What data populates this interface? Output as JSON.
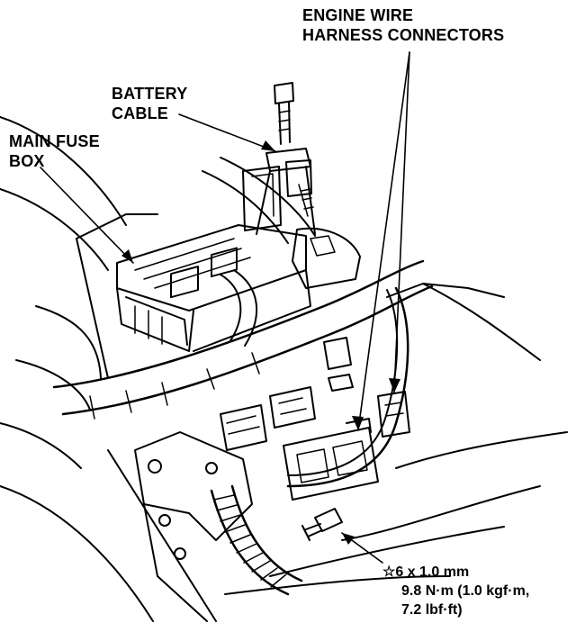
{
  "labels": {
    "engine_wire_line1": "ENGINE WIRE",
    "engine_wire_line2": "HARNESS CONNECTORS",
    "battery_cable_line1": "BATTERY",
    "battery_cable_line2": "CABLE",
    "main_fuse_line1": "MAIN FUSE",
    "main_fuse_line2": "BOX"
  },
  "bolt_spec": {
    "symbol": "☆",
    "size": "6 x 1.0 mm",
    "torque_line1": "9.8 N·m (1.0 kgf·m,",
    "torque_line2": "7.2 lbf·ft)"
  },
  "colors": {
    "ink": "#000000",
    "paper": "#ffffff"
  }
}
